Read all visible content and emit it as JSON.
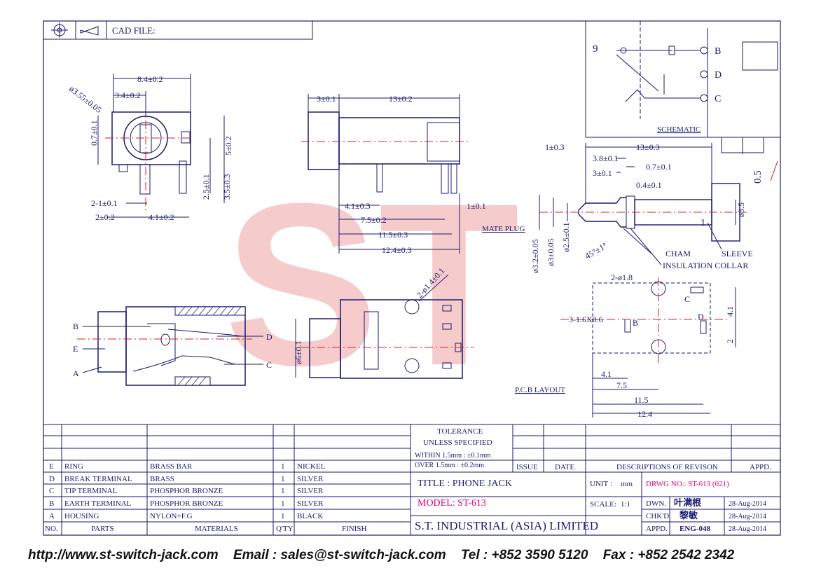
{
  "header": {
    "cad_label": "CAD FILE:"
  },
  "watermark": "ST",
  "schematic": {
    "title": "SCHEMATIC",
    "pin_number": "9",
    "pins": [
      "B",
      "D",
      "C"
    ],
    "scale_fragment": "0.5"
  },
  "labels": {
    "mate_plug": "MATE PLUG",
    "pcb_layout": "P.C.B LAYOUT",
    "cham": "CHAM",
    "sleeve": "SLEEVE",
    "insulation_collar": "INSULATION COLLAR"
  },
  "dims": {
    "front": [
      "8.4±0.2",
      "3.4±0.2",
      "ø3.55±0.05",
      "0.7±0.1",
      "5±0.2",
      "2.5±0.1",
      "3.5±0.3",
      "2-1±0.1",
      "2±0.2",
      "4.1±0.2"
    ],
    "side": [
      "3±0.1",
      "13±0.2",
      "4.1±0.3",
      "7.5±0.2",
      "1±0.1",
      "11.5±0.3",
      "12.4±0.3"
    ],
    "plug": [
      "1±0.3",
      "13±0.3",
      "3.8±0.1",
      "3±0.1",
      "0.7±0.1",
      "0.4±0.1",
      "ø3.2±0.05",
      "ø3±0.05",
      "ø2.5±0.1",
      "45°±1°",
      "ø3.5",
      "1"
    ],
    "bottom": [
      "ø6±0.1",
      "2-ø1.4±0.1"
    ],
    "pcb": [
      "2-ø1.8",
      "3-1.6X0.6",
      "4.1",
      "2",
      "4.1",
      "7.5",
      "11.5",
      "12.4"
    ],
    "pin_letters": [
      "B",
      "E",
      "A",
      "D",
      "C"
    ],
    "pcb_letters": [
      "C",
      "B",
      "D"
    ]
  },
  "table": {
    "headers": [
      "NO.",
      "PARTS",
      "MATERIALS",
      "Q'TY",
      "FINISH"
    ],
    "rows": [
      [
        "E",
        "RING",
        "BRASS BAR",
        "1",
        "NICKEL"
      ],
      [
        "D",
        "BREAK TERMINAL",
        "BRASS",
        "1",
        "SILVER"
      ],
      [
        "C",
        "TIP TERMINAL",
        "PHOSPHOR BRONZE",
        "1",
        "SILVER"
      ],
      [
        "B",
        "EARTH TERMINAL",
        "PHOSPHOR BRONZE",
        "1",
        "SILVER"
      ],
      [
        "A",
        "HOUSING",
        "NYLON+F.G",
        "1",
        "BLACK"
      ]
    ]
  },
  "tolerance": {
    "title": "TOLERANCE",
    "subtitle": "UNLESS  SPECIFIED",
    "line1": "WITHIN  1.5mm : ±0.1mm",
    "line2": "OVER    1.5mm : ±0.2mm"
  },
  "revision": {
    "issue": "ISSUE",
    "date": "DATE",
    "descriptions": "DESCRIPTIONS  OF  REVISON",
    "appd": "APPD."
  },
  "title_block": {
    "title": "TITLE : PHONE JACK",
    "model": "MODEL: ST-613",
    "company": "S.T.  INDUSTRIAL  (ASIA)  LIMITED",
    "unit_label": "UNIT :",
    "unit_value": "mm",
    "scale_label": "SCALE:",
    "scale_value": "1:1",
    "drwg_no": "DRWG NO.: ST-613 (021)",
    "dwn_label": "DWN.",
    "dwn_name": "叶满根",
    "dwn_date": "28-Aug-2014",
    "chkd_label": "CHK'D",
    "chkd_name": "黎敏",
    "chkd_date": "28-Aug-2014",
    "appd_label": "APPD.",
    "appd_name": "ENG-048",
    "appd_date": "28-Aug-2014"
  },
  "footer": {
    "website": "http://www.st-switch-jack.com",
    "email": "Email : sales@st-switch-jack.com",
    "tel": "Tel : +852 3590 5120",
    "fax": "Fax : +852 2542 2342"
  },
  "colors": {
    "ink": "#1a1a6e",
    "center_line": "#d42020",
    "magenta": "#e0007a",
    "watermark": "#f2b5b5"
  }
}
